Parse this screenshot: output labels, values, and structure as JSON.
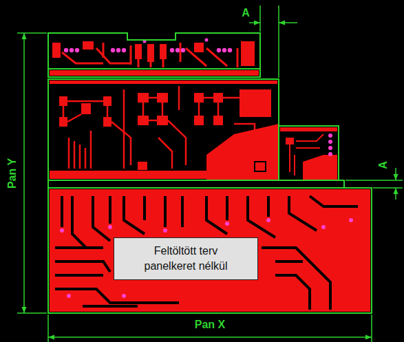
{
  "diagram": {
    "nodes": [
      {
        "text": [
          "Feltöltött terv panelkeret nélkül"
        ]
      }
    ],
    "labels": [
      "A",
      "A",
      "Pan Y",
      "Pan X"
    ]
  }
}
